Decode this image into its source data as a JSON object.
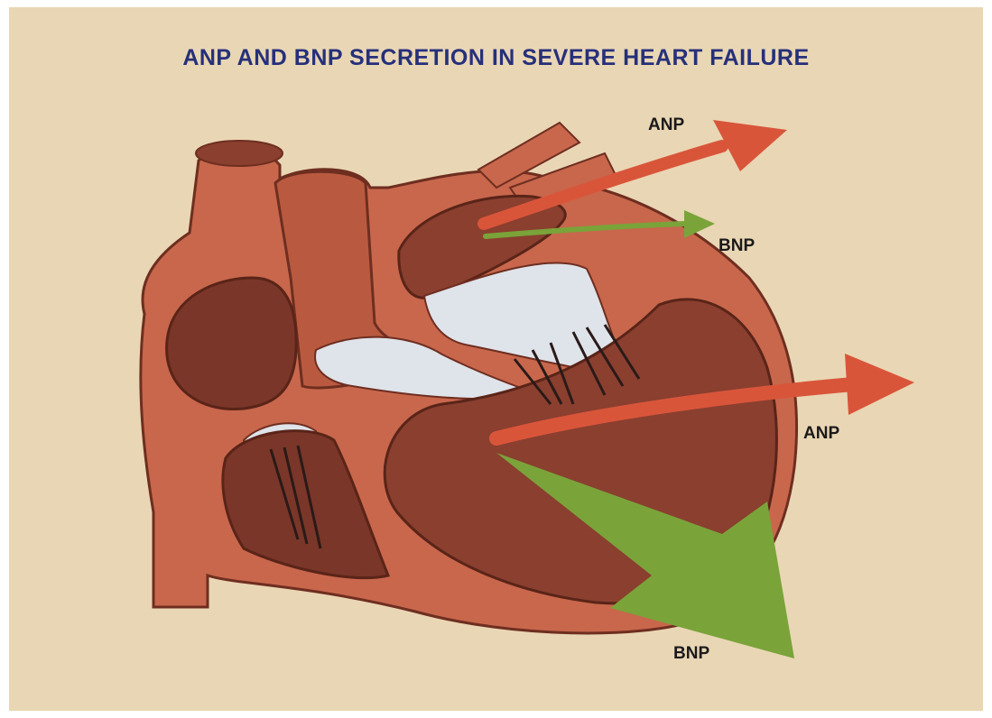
{
  "title": "ANP AND BNP SECRETION IN SEVERE HEART FAILURE",
  "labels": {
    "anp_atrium": "ANP",
    "bnp_atrium": "BNP",
    "anp_ventricle": "ANP",
    "bnp_ventricle": "BNP"
  },
  "colors": {
    "background": "#e9d6b4",
    "title": "#26307a",
    "anp_arrow": "#d9553a",
    "bnp_arrow": "#7aa33a",
    "muscle": "#c8674c",
    "chamber": "#8a3f2f",
    "valve": "#dfe3ea"
  }
}
